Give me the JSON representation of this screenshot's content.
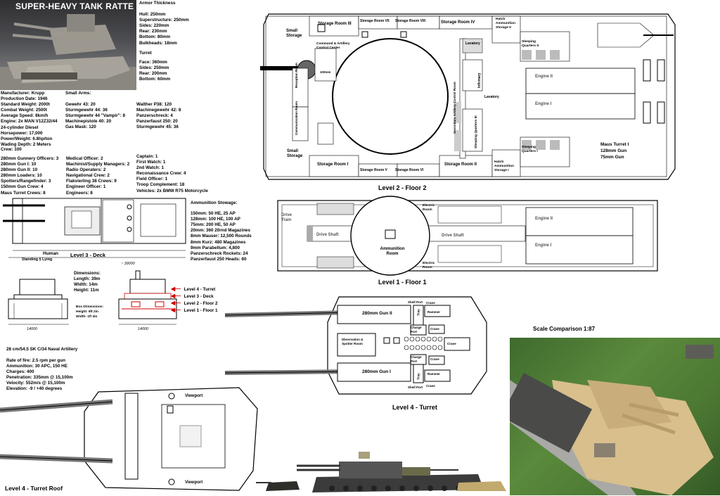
{
  "header_photo": {
    "title": "SUPER-HEAVY TANK RATTE"
  },
  "armor": {
    "heading": "Armor Thickness",
    "lines": [
      "Hull: 250mm",
      "Superstructure: 250mm",
      "Sides: 220mm",
      "Rear: 230mm",
      "Bottom: 80mm",
      "Bulkheads: 18mm"
    ],
    "turret_heading": "Turret",
    "turret_lines": [
      "Face: 360mm",
      "Sides: 250mm",
      "Rear: 200mm",
      "Bottom: 60mm"
    ]
  },
  "specs": [
    "Manufacturer: Krupp",
    "Production Date: 1946",
    "Standard Weight: 2000t",
    "Combat Weight: 2500t",
    "Average Speed: 8km/h",
    "Engine: 2x MAN V12Z32/44",
    "24-cylinder Diesel",
    "Horsepower: 17,000",
    "Power/Weight: 6.8hp/ton",
    "Wading Depth: 2 Meters"
  ],
  "small_arms": {
    "heading": "Small Arms:",
    "col1": [
      "Gewehr 43: 20",
      "Sturmgewehr 44: 36",
      "Sturmgewehr 44 \"Vampir\": 8",
      "Machinepistole 40: 20",
      "Gas Mask: 120"
    ],
    "col2": [
      "Walther P38: 120",
      "Machinegewehr 42: 8",
      "Panzerschreck: 4",
      "Panzerfaust 250: 20",
      "Sturmgewehr 45: 36"
    ]
  },
  "crew": {
    "heading": "Crew: 100",
    "col1": [
      "280mm Gunnery Officers: 3",
      "280mm Gun I: 10",
      "280mm Gun II: 10",
      "280mm Loaders: 10",
      "Spotters/Rangefinder: 3",
      "150mm Gun Crew: 4",
      "Maus Turret Crews: 8"
    ],
    "col2": [
      "Medical Officer: 2",
      "Machinist/Supply Managers: 2",
      "Radio Operaters: 2",
      "Navigational Crew: 2",
      "Flakvierling 38 Crews: 9",
      "Engineer Officer: 1",
      "Engineers: 8"
    ],
    "col3": [
      "Captain: 1",
      "First Watch: 1",
      "2nd Watch: 1",
      "Reconaissance Crew: 4",
      "Field Officer: 1",
      "Troop Complement: 18",
      "Vehicles: 2x BMW R75 Motorcycle"
    ]
  },
  "ammo": {
    "heading": "Ammunition Stowage:",
    "lines": [
      "150mm: 50 HE, 25 AP",
      "128mm: 100 HE, 100 AP",
      "75mm: 200 HE, 50 AP",
      "20mm: 360 20rnd Magazines",
      "8mm Mauser: 12,500 Rounds",
      "8mm Kurz: 480 Magazines",
      "9mm Parabellum: 4,800",
      "Panzerschreck Rockets: 24",
      "Panzerfaust 250 Heads: 60"
    ]
  },
  "deck": {
    "caption": "Level 3 - Deck",
    "human": "Human",
    "standing": "Standing  §  Lying",
    "length_mark": "~ 39000"
  },
  "dimensions": {
    "heading": "Dimensions:",
    "lines": [
      "Length: 39m",
      "Width: 14m",
      "Height: 11m"
    ],
    "box_heading": "Box Dimensions:",
    "box_lines": [
      "Height: 6ft 2in",
      "Width: 1ft 3in"
    ],
    "width_mark_left": "14000",
    "width_mark_right": "14000",
    "levels": [
      "Level 4 - Turret",
      "Level 3 - Deck",
      "Level 2 - Floor 2",
      "Level 1 - Floor 1"
    ]
  },
  "artillery": {
    "heading": "28 cm/54.5 SK C/34 Naval Artillery",
    "lines": [
      "Rate of fire: 2.5 rpm per gun",
      "Ammunition: 30 APC, 150 HE",
      "Charges: 400",
      "Penetration: 335mm @ 15,100m",
      "Velocity: 552m/s @ 15,100m",
      "Elevation: -9 / +40 degrees"
    ]
  },
  "roof": {
    "caption": "Level 4 - Turret Roof",
    "viewport_top": "Viewport",
    "viewport_bottom": "Viewport"
  },
  "floor2": {
    "caption": "Level 2 - Floor 2",
    "labels": {
      "small_storage_top": "Small Storage",
      "small_storage_bottom": "Small Storage",
      "storage_iii": "Storage Room III",
      "storage_vii": "Storage Room VII",
      "storage_viii": "Storage Room VIII",
      "storage_iv": "Storage Room IV",
      "storage_i": "Storage Room I",
      "storage_v": "Storage Room V",
      "storage_vi": "Storage Room VI",
      "storage_ii": "Storage Room II",
      "command": "Command & Artillery Control Center",
      "rangefinder": "100mm",
      "reception": "Reception Room",
      "communication": "Communication Room",
      "lavatory_top": "Lavatory",
      "lavatory_mid": "Lavatory",
      "infirmary": "Infirmary",
      "secondary_ctrl": "Secondary Artillery Control Room",
      "sleeping_iii": "Sleeping Quarters III",
      "hatch_top": "Hatch Ammunition Storage II",
      "hatch_bottom": "Hatch Ammunition Storage I",
      "sleeping_ii": "Sleeping Quarters II",
      "sleeping_i": "Sleeping Quarters I",
      "engine_ii": "Engine II",
      "engine_i": "Engine I",
      "maus_turret": "Maus Turret I",
      "maus_gun1": "128mm Gun",
      "maus_gun2": "75mm Gun"
    }
  },
  "floor1": {
    "caption": "Level 1 - Floor 1",
    "labels": {
      "drive_train": "Drive Train",
      "drive_shaft_left": "Drive Shaft",
      "drive_shaft_right": "Drive Shaft",
      "ammo_room": "Ammunition Room",
      "electric_top": "Electric Room",
      "electric_bottom": "Electric Room",
      "engine_ii": "Engine II",
      "engine_i": "Engine I"
    }
  },
  "turret": {
    "caption": "Level 4 - Turret",
    "labels": {
      "gun_ii": "280mm Gun II",
      "gun_i": "280mm Gun I",
      "shell_port_top": "Shell Port",
      "shell_port_bottom": "Shell Port",
      "crane_1": "Crane",
      "crane_2": "Crane",
      "crane_3": "Crane",
      "crane_4": "Crane",
      "crane_5": "Crane",
      "tray_top": "Tray",
      "tray_bottom": "Tray",
      "rammer_top": "Rammer",
      "rammer_bottom": "Rammer",
      "charge_top": "Charge Port",
      "charge_bottom": "Charge Port",
      "observation": "Observation & Spotter Room"
    }
  },
  "scale": {
    "caption": "Scale Comparison 1:87"
  }
}
